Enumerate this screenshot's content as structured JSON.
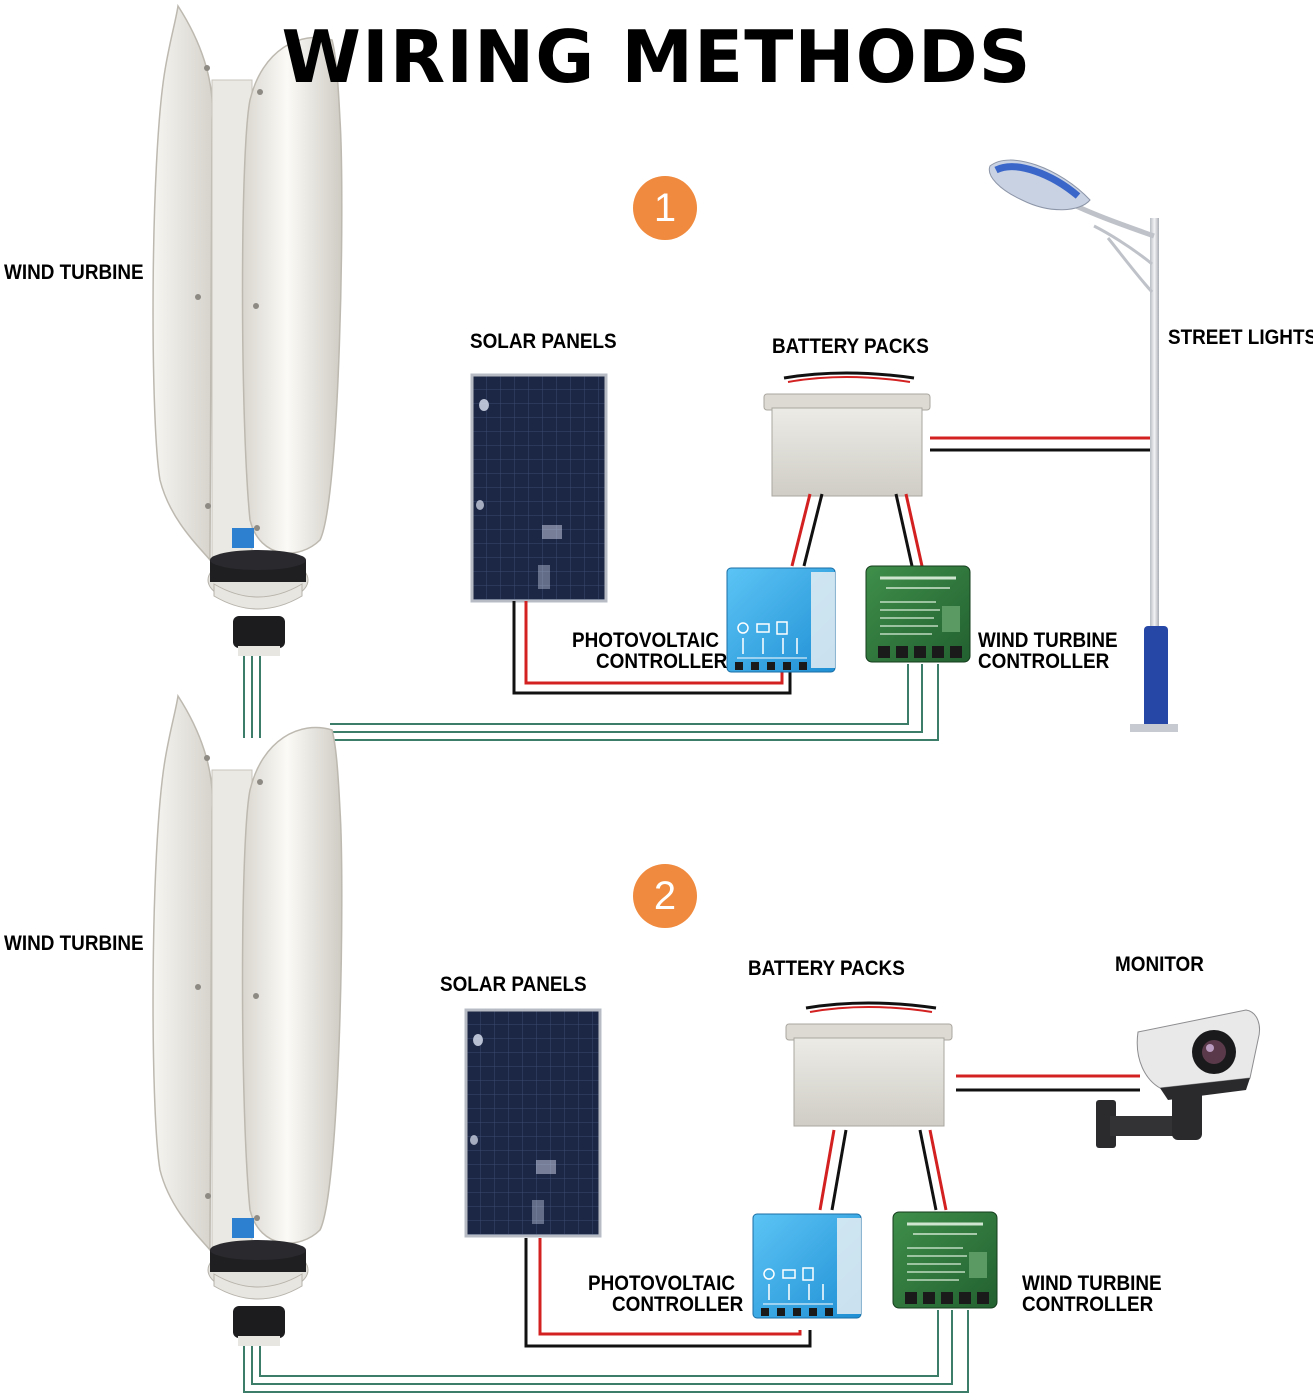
{
  "title": "WIRING METHODS",
  "diagram_1": {
    "step": "1",
    "wind_turbine": "WIND TURBINE",
    "solar_panels": "SOLAR PANELS",
    "battery_packs": "BATTERY PACKS",
    "load": "STREET LIGHTS",
    "pv_controller_line1": "PHOTOVOLTAIC",
    "pv_controller_line2": "CONTROLLER",
    "wt_controller_line1": "WIND TURBINE",
    "wt_controller_line2": "CONTROLLER"
  },
  "diagram_2": {
    "step": "2",
    "wind_turbine": "WIND TURBINE",
    "solar_panels": "SOLAR PANELS",
    "battery_packs": "BATTERY PACKS",
    "load": "MONITOR",
    "pv_controller_line1": "PHOTOVOLTAIC",
    "pv_controller_line2": "CONTROLLER",
    "wt_controller_line1": "WIND TURBINE",
    "wt_controller_line2": "CONTROLLER"
  },
  "colors": {
    "step_badge": "#f08a3e",
    "wire_positive": "#d32020",
    "wire_negative": "#111111",
    "wire_ac": "#3c7d6a",
    "pv_controller": "#2a9fe0",
    "wt_controller": "#2f7a3a",
    "solar_panel": "#1a2440"
  }
}
